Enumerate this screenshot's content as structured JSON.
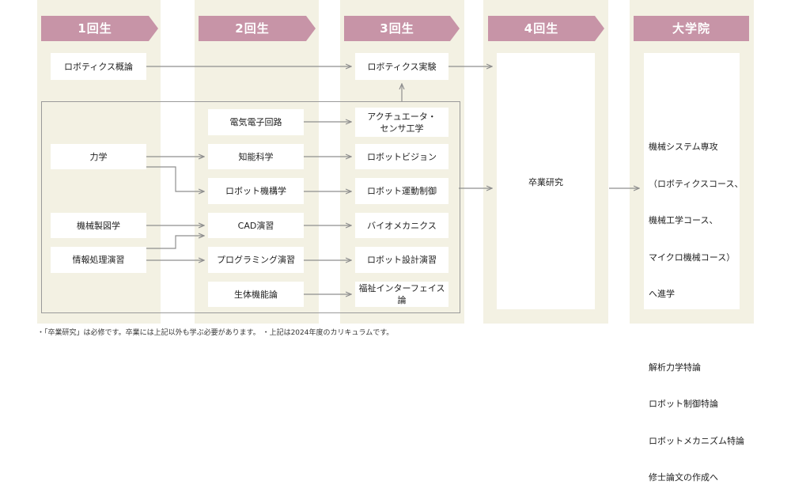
{
  "headers": {
    "year1": "1回生",
    "year2": "2回生",
    "year3": "3回生",
    "year4": "4回生",
    "grad": "大学院"
  },
  "colors": {
    "header": "#c794a7",
    "column_bg": "#f3f1e3",
    "line": "#8f8f8f",
    "frame": "#9a9a9a"
  },
  "year1": {
    "robotics_intro": "ロボティクス概論",
    "mechanics": "力学",
    "mech_drawing": "機械製図学",
    "info_processing": "情報処理演習"
  },
  "year2": {
    "electronics": "電気電子回路",
    "intelligence": "知能科学",
    "kinematics": "ロボット機構学",
    "cad": "CAD演習",
    "programming": "プログラミング演習",
    "biomech": "生体機能論"
  },
  "year3": {
    "robotics_exp": "ロボティクス実験",
    "actuator_1": "アクチュエータ・",
    "actuator_2": "センサ工学",
    "vision": "ロボットビジョン",
    "motion_control": "ロボット運動制御",
    "biomechanics": "バイオメカニクス",
    "design_practice": "ロボット設計演習",
    "welfare": "福祉インターフェイス論"
  },
  "year4": {
    "graduation_research": "卒業研究"
  },
  "grad": {
    "lines": [
      "機械システム専攻",
      "（ロボティクスコース、",
      "機械工学コース、",
      "マイクロ機械コース）",
      "へ進学",
      "",
      "解析力学特論",
      "ロボット制御特論",
      "ロボットメカニズム特論",
      "修士論文の作成へ"
    ]
  },
  "footnote": "・「卒業研究」は必修です。卒業には上記以外も学ぶ必要があります。 ・上記は2024年度のカリキュラムです。"
}
